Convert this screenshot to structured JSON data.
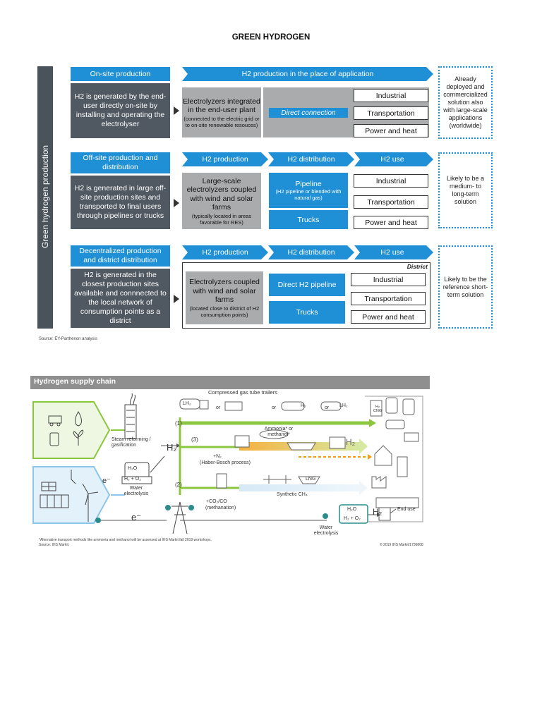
{
  "title": "GREEN HYDROGEN",
  "vertical_label": "Green hydrogen production",
  "rows": [
    {
      "header": "On-site production",
      "description": "H2 is generated by the end-user directly on-site by installing and operating the electrolyser",
      "process_banner": "H2 production in the place of application",
      "grey_main": "Electrolyzers integrated in the end-user plant",
      "grey_sub": "(connected to the electric grid or to on-site renewable resouces)",
      "distribution": "Direct connection",
      "uses": [
        "Industrial",
        "Transportation",
        "Power and heat"
      ],
      "note": "Already deployed and commercialized solution also with large-scale applications (worldwide)"
    },
    {
      "header": "Off-site production and distribution",
      "description": "H2 is generated in large off-site production sites and transported to final users through pipelines or trucks",
      "stages": [
        "H2 production",
        "H2 distribution",
        "H2 use"
      ],
      "grey_main": "Large-scale electrolyzers coupled with wind and solar farms",
      "grey_sub": "(typically located in areas favorable for RES)",
      "pipeline": "Pipeline",
      "pipeline_sub": "(H2 pipeline or blended with natural gas)",
      "trucks": "Trucks",
      "uses": [
        "Industrial",
        "Transportation",
        "Power and heat"
      ],
      "note": "Likely to be a medium- to long-term solution"
    },
    {
      "header": "Decentralized production and district distribution",
      "description": "H2 is generated in the closest production sites available and connnected to the local network of consumption points as a district",
      "stages": [
        "H2 production",
        "H2 distribution",
        "H2 use"
      ],
      "district_label": "District",
      "grey_main": "Electrolyzers coupled with wind and solar farms",
      "grey_sub": "(located close to district of H2 consumption points)",
      "pipeline": "Direct H2 pipeline",
      "trucks": "Trucks",
      "uses": [
        "Industrial",
        "Transportation",
        "Power and heat"
      ],
      "note": "Likely to be the reference short-term solution"
    }
  ],
  "source1": "Source: EY-Parthenon analysis",
  "supply_chain": {
    "title": "Hydrogen supply chain",
    "trailers": "Compressed gas tube trailers",
    "lh2": "LH₂",
    "h2": "H₂",
    "or": "or",
    "route1": "(1)",
    "route2": "(2)",
    "route3": "(3)",
    "steam": "Steam reforming / gasification",
    "h2o": "H₂O",
    "h2o2": "H₂ + O₂",
    "water_electrolysis": "Water electrolysis",
    "electron": "e⁻",
    "h2_big": "H₂",
    "ammonia": "Ammonia* or methanol*",
    "n2": "+N₂",
    "haber": "(Haber-Bosch process)",
    "co2": "+CO₂/CO",
    "methanation": "(methanation)",
    "synthetic": "Synthetic CH₄",
    "lng": "LNG",
    "h2_cng": "H₂ CNG",
    "end_use": "End use",
    "footnote": "*Alternative transport methods like ammonia and methanol will be assessed at IHS Markit fall 2019 workshops.",
    "source": "Source: IHS Markit",
    "copyright": "© 2019 IHS Markit/1736808"
  },
  "colors": {
    "blue": "#1f8fd6",
    "dark": "#505861",
    "grey": "#a9abad",
    "green": "#8cc63f",
    "orange": "#f39c12",
    "lightblue": "#bfe0f3",
    "teal": "#2a8c8c"
  }
}
